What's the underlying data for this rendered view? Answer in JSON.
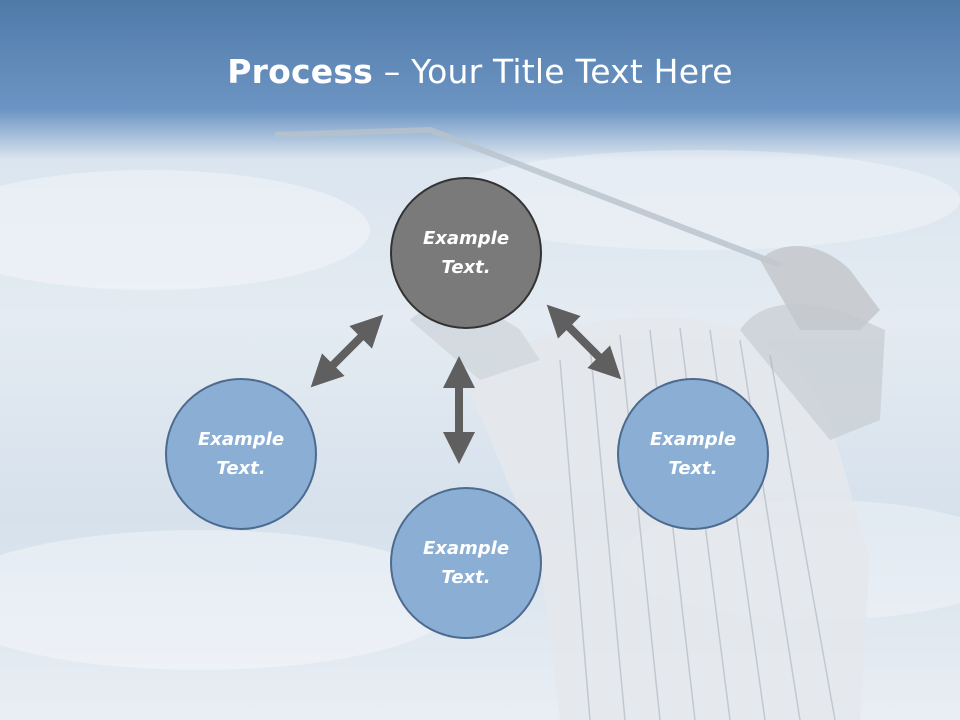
{
  "title": {
    "bold": "Process",
    "rest": " – Your Title Text Here"
  },
  "nodes": {
    "top": "Example Text.",
    "left": "Example Text.",
    "bottom": "Example Text.",
    "right": "Example Text."
  },
  "colors": {
    "title_bar": "#5a86b8",
    "center_node": "#7a7a7a",
    "outer_node": "#8aaed4",
    "arrow": "#5f5f5f"
  },
  "icons": [
    "double-arrow-icon"
  ]
}
